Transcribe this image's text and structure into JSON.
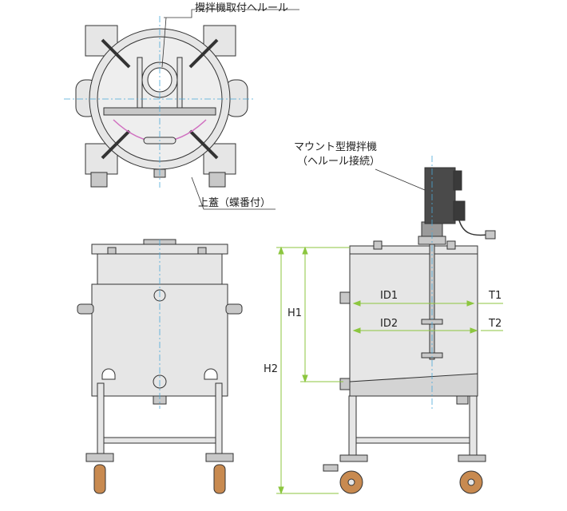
{
  "labels": {
    "mixer_mount": "攪拌機取付ヘルール",
    "lid": "上蓋（蝶番付）",
    "mixer_type_line1": "マウント型攪拌機",
    "mixer_type_line2": "（ヘルール接続）"
  },
  "dimensions": {
    "id1": "ID1",
    "id2": "ID2",
    "t1": "T1",
    "t2": "T2",
    "h1": "H1",
    "h2": "H2"
  },
  "colors": {
    "outline": "#333333",
    "fill": "#e6e6e6",
    "fill_dark": "#c8c8c8",
    "centerline": "#4aa8d8",
    "dimension": "#8cc63f",
    "gasket": "#d070c0",
    "wheel": "#c88a50"
  }
}
